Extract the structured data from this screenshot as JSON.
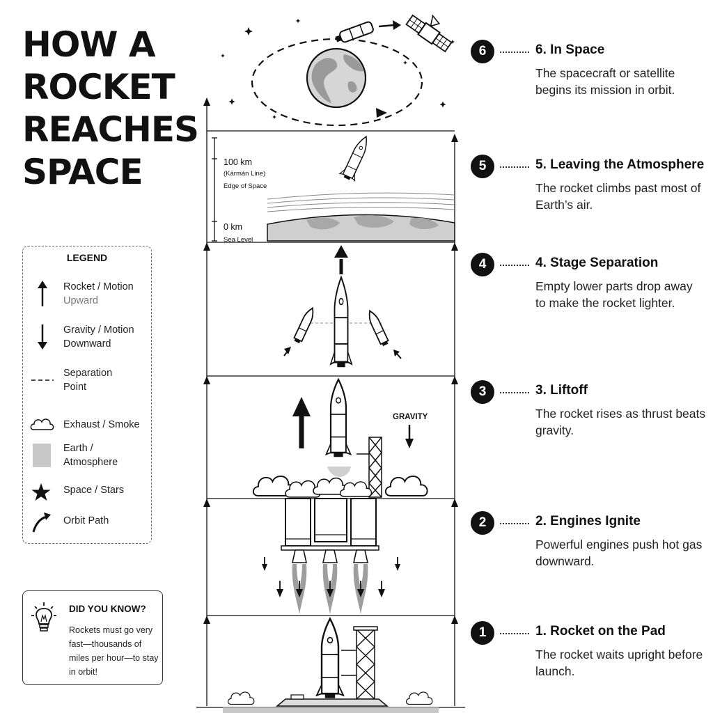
{
  "title": {
    "line1": "HOW A",
    "line2": "ROCKET",
    "line3": "REACHES",
    "line4": "SPACE"
  },
  "legend": {
    "title": "LEGEND",
    "items": [
      {
        "icon": "arrow-up-icon",
        "line1": "Rocket / Motion",
        "line2": "Upward"
      },
      {
        "icon": "arrow-down-icon",
        "line1": "Gravity / Motion",
        "line2": "Downward"
      },
      {
        "icon": "dashed-line-icon",
        "line1": "Separation",
        "line2": "Point"
      },
      {
        "icon": "cloud-icon",
        "line1": "Exhaust / Smoke",
        "line2": ""
      },
      {
        "icon": "gray-swatch-icon",
        "line1": "Earth /",
        "line2": "Atmosphere"
      },
      {
        "icon": "star-icon",
        "line1": "Space / Stars",
        "line2": ""
      },
      {
        "icon": "curved-arrow-icon",
        "line1": "Orbit Path",
        "line2": ""
      }
    ]
  },
  "did_you_know": {
    "icon": "lightbulb-icon",
    "title": "DID YOU KNOW?",
    "text": "Rockets must go very fast—thousands of miles per hour—to stay in orbit!"
  },
  "diagram": {
    "altitude_top": "100 km",
    "karman_line": "(Kármán Line)",
    "edge_of_space": "Edge of Space",
    "altitude_bottom": "0 km",
    "sea_level": "Sea Level",
    "gravity_label": "GRAVITY"
  },
  "steps": [
    {
      "num": "6",
      "title": "6. In Space",
      "desc": "The spacecraft or satellite begins its mission in orbit."
    },
    {
      "num": "5",
      "title": "5. Leaving the Atmosphere",
      "desc": "The rocket climbs past most of Earth’s air."
    },
    {
      "num": "4",
      "title": "4. Stage Separation",
      "desc": "Empty lower parts drop away to make the rocket lighter."
    },
    {
      "num": "3",
      "title": "3. Liftoff",
      "desc": "The rocket rises as thrust beats gravity."
    },
    {
      "num": "2",
      "title": "2. Engines Ignite",
      "desc": "Powerful engines push hot gas downward."
    },
    {
      "num": "1",
      "title": "1. Rocket on the Pad",
      "desc": "The rocket waits upright before launch."
    }
  ],
  "colors": {
    "ink": "#111111",
    "earth": "#bdbdbd",
    "exhaust": "#9e9e9e",
    "paper": "#ffffff"
  }
}
